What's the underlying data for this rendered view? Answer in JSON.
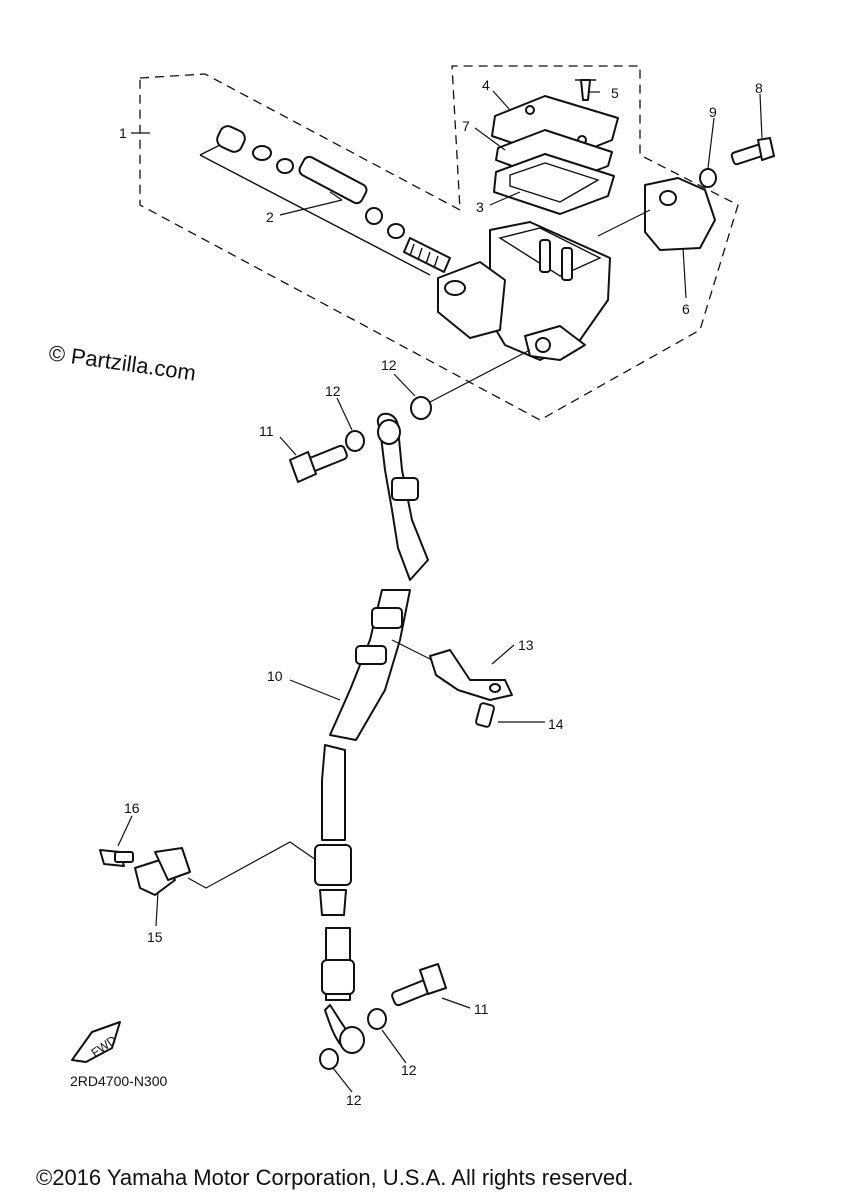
{
  "watermark": "© Partzilla.com",
  "diagram_code": "2RD4700-N300",
  "fwd_label": "FWD",
  "copyright": "©2016 Yamaha Motor Corporation, U.S.A. All rights reserved.",
  "callouts": {
    "c1": "1",
    "c2": "2",
    "c3": "3",
    "c4": "4",
    "c5": "5",
    "c6": "6",
    "c7": "7",
    "c8": "8",
    "c9": "9",
    "c10": "10",
    "c11a": "11",
    "c11b": "11",
    "c12a": "12",
    "c12b": "12",
    "c12c": "12",
    "c12d": "12",
    "c13": "13",
    "c14": "14",
    "c15": "15",
    "c16": "16"
  }
}
